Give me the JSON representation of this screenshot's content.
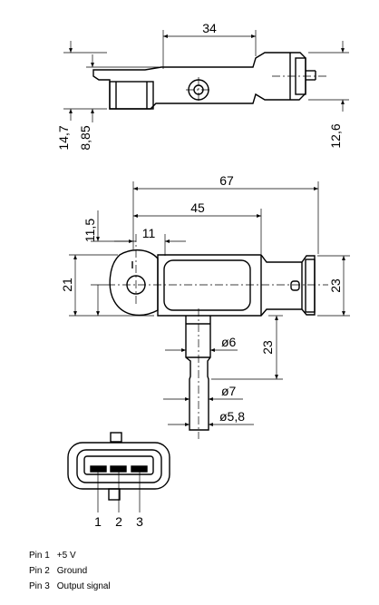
{
  "dimensions": {
    "top_width": "34",
    "top_height_left": "14,7",
    "top_height_inner": "8,85",
    "top_height_right": "12,6",
    "overall_length": "67",
    "body_length": "45",
    "hole_offset": "11",
    "hole_height": "11,5",
    "left_height": "21",
    "connector_height": "23",
    "port_length": "23",
    "port_d1": "ø6",
    "port_d2": "ø7",
    "port_d3": "ø5,8"
  },
  "pin_numbers": [
    "1",
    "2",
    "3"
  ],
  "pins": [
    {
      "label": "Pin 1",
      "desc": "+5 V"
    },
    {
      "label": "Pin 2",
      "desc": "Ground"
    },
    {
      "label": "Pin 3",
      "desc": "Output signal"
    }
  ]
}
